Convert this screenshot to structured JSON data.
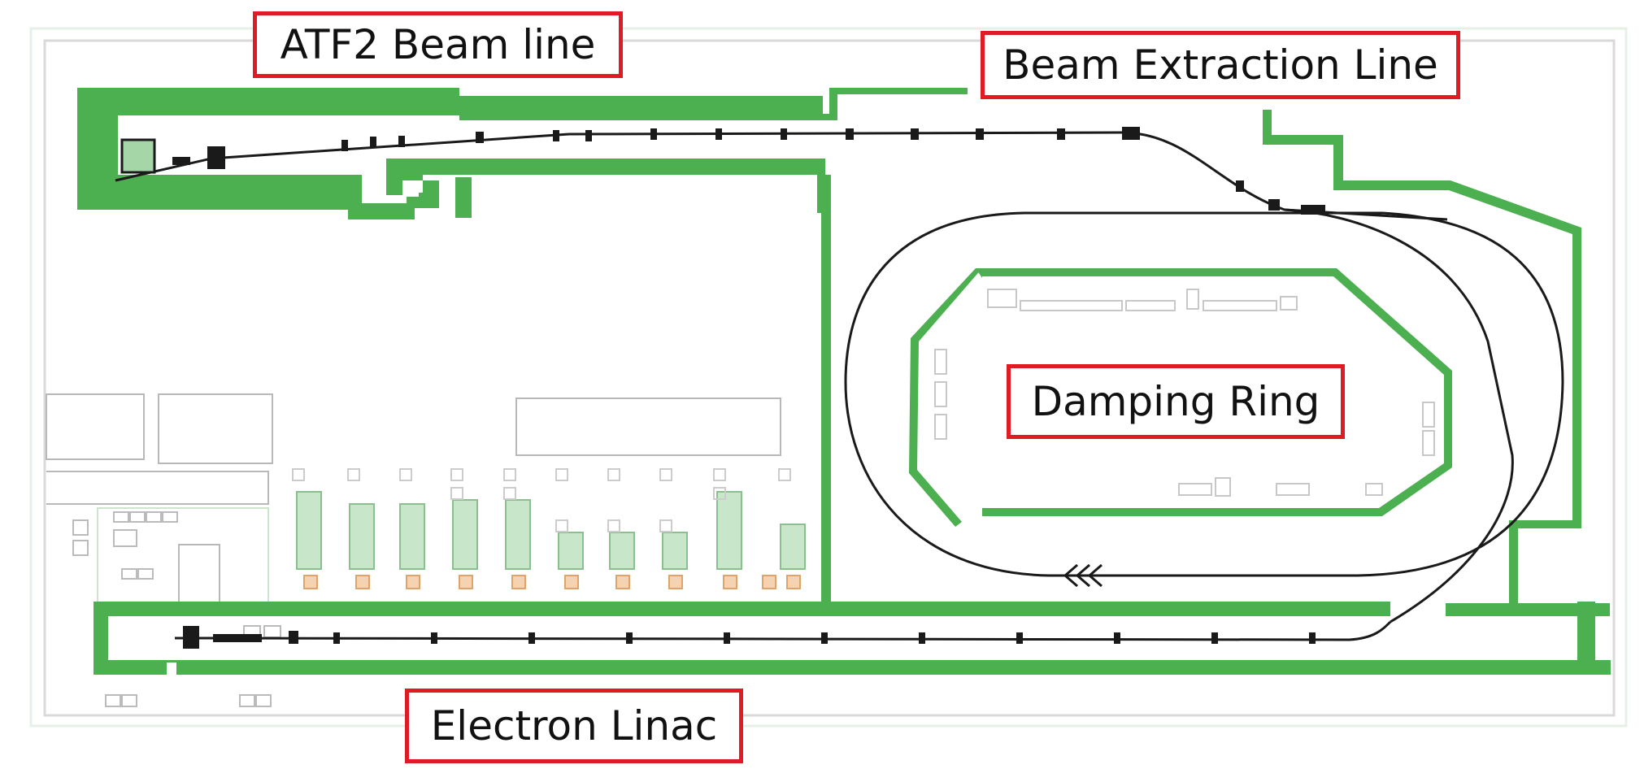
{
  "labels": {
    "atf2_beam_line": "ATF2 Beam line",
    "beam_extraction_line": "Beam Extraction Line",
    "damping_ring": "Damping Ring",
    "electron_linac": "Electron Linac"
  },
  "colors": {
    "shield_wall": "#4caf50",
    "label_border": "#e01b24",
    "beamline": "#1a1a1a",
    "floorplan": "#b8b8b8",
    "klystron_fill": "#c8e6c9",
    "klystron_base": "#f0b27a"
  }
}
